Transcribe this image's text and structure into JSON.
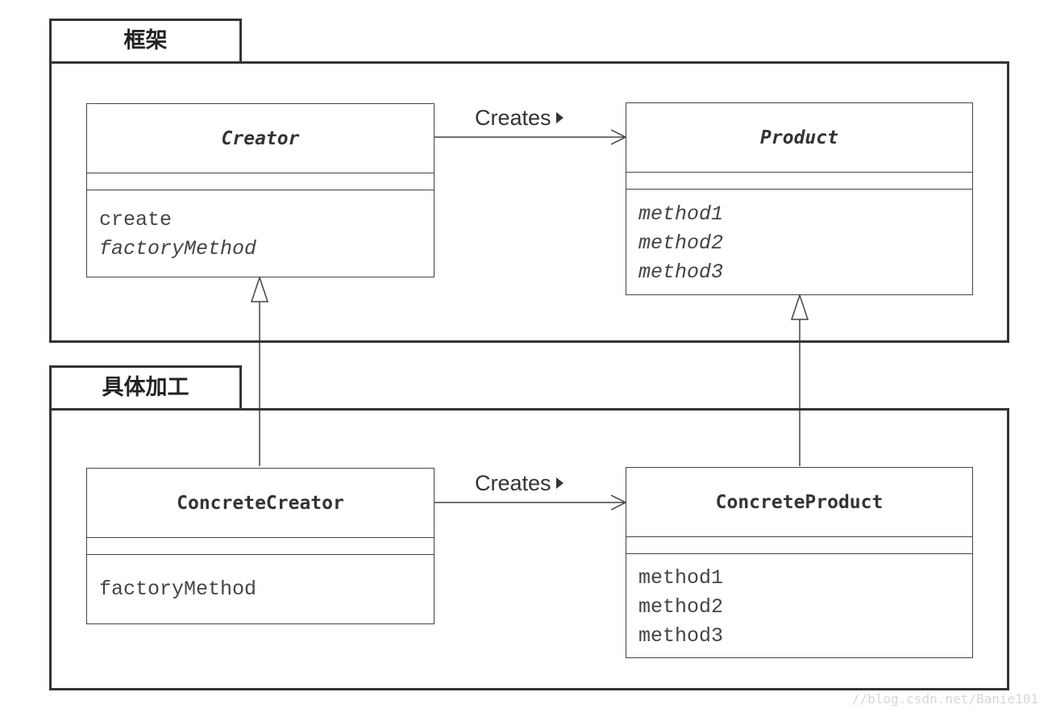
{
  "packages": {
    "framework": {
      "label": "框架"
    },
    "concrete": {
      "label": "具体加工"
    }
  },
  "classes": {
    "creator": {
      "name": "Creator",
      "methods": [
        "create",
        "factoryMethod"
      ]
    },
    "product": {
      "name": "Product",
      "methods": [
        "method1",
        "method2",
        "method3"
      ]
    },
    "concrete_creator": {
      "name": "ConcreteCreator",
      "methods": [
        "factoryMethod"
      ]
    },
    "concrete_product": {
      "name": "ConcreteProduct",
      "methods": [
        "method1",
        "method2",
        "method3"
      ]
    }
  },
  "associations": {
    "top": {
      "label": "Creates"
    },
    "bottom": {
      "label": "Creates"
    }
  },
  "watermark": "//blog.csdn.net/Banie101"
}
